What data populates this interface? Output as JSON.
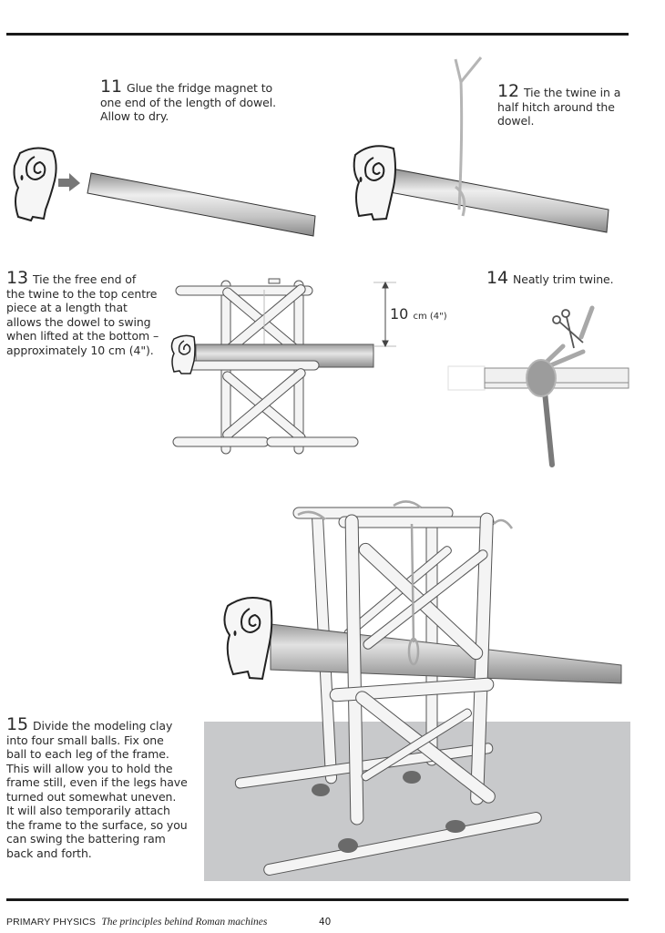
{
  "page": {
    "number": "40",
    "footer": {
      "series": "PRIMARY PHYSICS",
      "subtitle": "The principles behind Roman machines"
    }
  },
  "steps": [
    {
      "number": "11",
      "text": "Glue the fridge magnet to one end of the length of dowel. Allow to dry.",
      "lines": [
        "Glue the fridge magnet to",
        "one end of the length of dowel.",
        "Allow to dry."
      ]
    },
    {
      "number": "12",
      "text": "Tie the twine in a half hitch around the dowel.",
      "lines": [
        "Tie the twine in a",
        "half hitch around the",
        "dowel."
      ]
    },
    {
      "number": "13",
      "text": "Tie the free end of the twine to the top centre piece at a length that allows the dowel to swing when lifted at the bottom – approximately 10 cm (4\").",
      "lines": [
        "Tie the free end of",
        "the twine to the top centre",
        "piece at a length that",
        "allows the dowel to swing",
        "when lifted at the bottom –",
        "approximately 10 cm (4\")."
      ]
    },
    {
      "number": "14",
      "text": "Neatly trim twine.",
      "lines": [
        "Neatly trim twine."
      ]
    },
    {
      "number": "15",
      "text": "Divide the modeling clay into four small balls. Fix one ball to each leg of the frame. This will allow you to hold the frame still, even if the legs have turned out somewhat uneven. It will also temporarily attach the frame to the surface, so you can swing the battering ram back and forth.",
      "lines": [
        "Divide the modeling clay",
        "into four small balls. Fix one",
        "ball to each leg of the frame.",
        "This will allow you to hold the",
        "frame still, even if the legs have",
        "turned out somewhat uneven.",
        "It will also temporarily attach",
        "the frame to the surface, so you",
        "can swing the battering ram",
        "back and forth."
      ]
    }
  ],
  "illustrations": {
    "step13_measure": {
      "value": "10",
      "unit": "cm (4\")"
    }
  },
  "colors": {
    "rule": "#1a1a1a",
    "dowel_light": "#e8e8e8",
    "dowel_dark": "#9a9a9a",
    "surface": "#c8c9cb",
    "twine": "#a8a8a8",
    "clay": "#6a6a6a"
  }
}
